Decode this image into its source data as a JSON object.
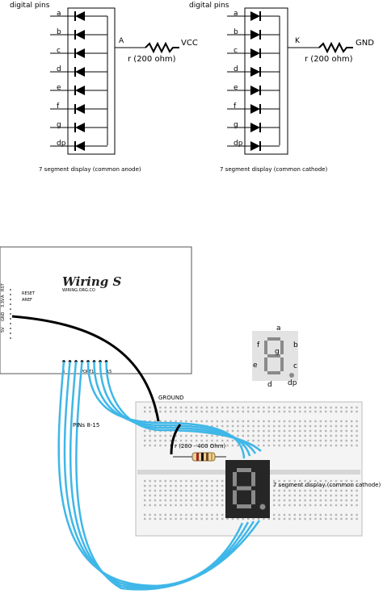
{
  "schematics": [
    {
      "pins_label": "digital pins",
      "segments": [
        "a",
        "b",
        "c",
        "d",
        "e",
        "f",
        "g",
        "dp"
      ],
      "node_label": "A",
      "resistor_label": "r (200 ohm)",
      "supply_label": "VCC",
      "caption": "7 segment display (common anode)"
    },
    {
      "pins_label": "digital pins",
      "segments": [
        "a",
        "b",
        "c",
        "d",
        "e",
        "f",
        "g",
        "dp"
      ],
      "node_label": "K",
      "resistor_label": "r (200 ohm)",
      "supply_label": "GND",
      "caption": "7 segment display (common cathode)"
    }
  ],
  "board": {
    "name": "Wiring S",
    "url": "WIRING.ORG.CO",
    "pins_left": [
      "5V",
      "GND",
      "3.3V",
      "A",
      "RST"
    ],
    "pins_right": [
      "RESET",
      "AREF"
    ],
    "port_labels": [
      "8",
      "PORT1",
      "15"
    ]
  },
  "breadboard": {
    "ground_label": "GROUND",
    "resistor_label": "r (200 - 400 Ohm)",
    "pins_label": "PINs 8-15",
    "display_label": "7 segment display (common cathode)",
    "display_glyph": "8."
  },
  "segment_map": {
    "a": "a",
    "b": "b",
    "c": "c",
    "d": "d",
    "e": "e",
    "f": "f",
    "g": "g",
    "dp": "dp"
  },
  "colors": {
    "wire": "#3fb7e8",
    "display_bg": "#262626",
    "display_seg": "#8a8a8a"
  }
}
